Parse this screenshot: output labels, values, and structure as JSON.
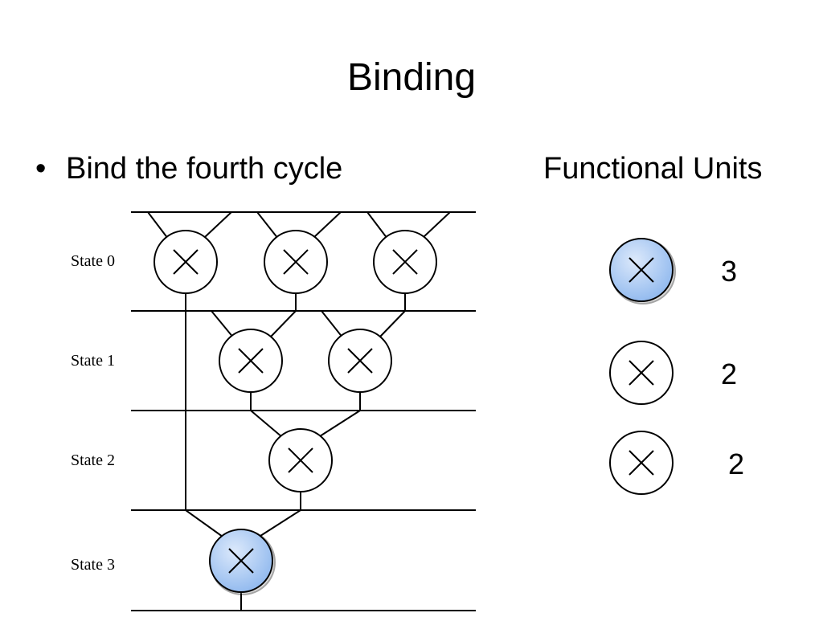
{
  "slide": {
    "title": "Binding",
    "bullet": "Bind the fourth cycle",
    "bullet_marker": "•",
    "functional_units_heading": "Functional Units"
  },
  "diagram": {
    "states": [
      {
        "label": "State 0"
      },
      {
        "label": "State 1"
      },
      {
        "label": "State 2"
      },
      {
        "label": "State 3"
      }
    ],
    "operation_symbol": "multiply-node (circle with X)",
    "highlight_color": "#9dc3f3",
    "highlighted_node": "State 3 multiplier"
  },
  "functional_units": [
    {
      "count": "3",
      "highlighted": true
    },
    {
      "count": "2",
      "highlighted": false
    },
    {
      "count": "2",
      "highlighted": false
    }
  ]
}
